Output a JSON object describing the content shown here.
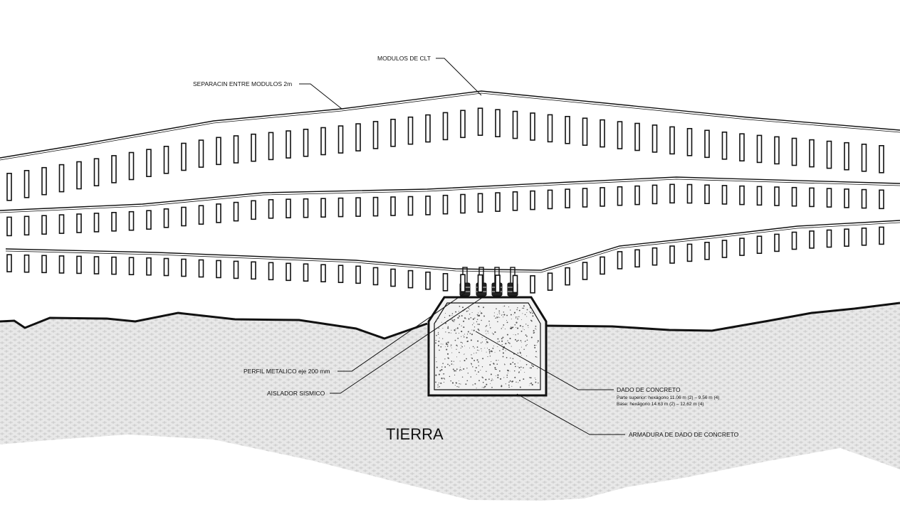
{
  "labels": {
    "clt_modules": "MODULOS DE CLT",
    "module_spacing": "SEPARACIN ENTRE MODULOS 2m",
    "steel_profile": "PERFIL METALICO eje 200 mm",
    "seismic_isolator": "AISLADOR SISMICO",
    "concrete_block": "DADO DE CONCRETO",
    "concrete_block_top": "Parte superior: hexágono 11.06 m (2) – 9.56 m (4)",
    "concrete_block_base": "Base: hexágono 14.63 m (2) – 12.62 m (4)",
    "concrete_reinforcement": "ARMADURA DE DADO DE CONCRETO",
    "soil": "TIERRA"
  },
  "colors": {
    "line": "#111111",
    "soil_fill": "#e6e6e6",
    "soil_pattern": "#c8c8c8",
    "concrete_fill": "#f2f2f2",
    "concrete_speckle": "#555555"
  }
}
